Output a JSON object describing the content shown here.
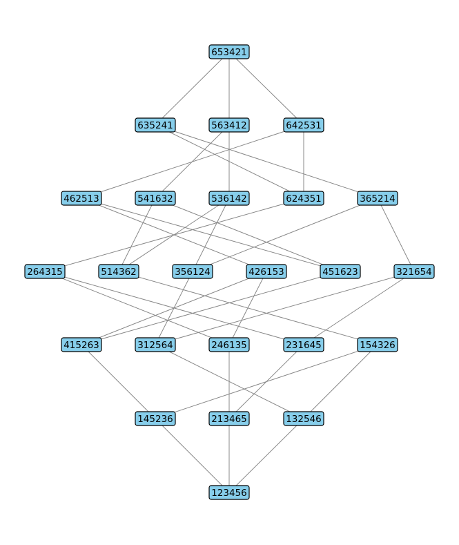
{
  "diagram": {
    "node_color": "#87ceeb",
    "border_color": "#000000",
    "edge_color": "#888888",
    "levels": [
      [
        "653421"
      ],
      [
        "635241",
        "563412",
        "642531"
      ],
      [
        "462513",
        "541632",
        "536142",
        "624351",
        "365214"
      ],
      [
        "264315",
        "514362",
        "356124",
        "426153",
        "451623",
        "321654"
      ],
      [
        "415263",
        "312564",
        "246135",
        "231645",
        "154326"
      ],
      [
        "145236",
        "213465",
        "132546"
      ],
      [
        "123456"
      ]
    ],
    "edges": [
      [
        "653421",
        "635241"
      ],
      [
        "653421",
        "563412"
      ],
      [
        "653421",
        "642531"
      ],
      [
        "635241",
        "624351"
      ],
      [
        "635241",
        "365214"
      ],
      [
        "563412",
        "541632"
      ],
      [
        "563412",
        "536142"
      ],
      [
        "642531",
        "462513"
      ],
      [
        "642531",
        "624351"
      ],
      [
        "462513",
        "426153"
      ],
      [
        "462513",
        "451623"
      ],
      [
        "541632",
        "514362"
      ],
      [
        "541632",
        "451623"
      ],
      [
        "536142",
        "514362"
      ],
      [
        "536142",
        "356124"
      ],
      [
        "624351",
        "264315"
      ],
      [
        "365214",
        "356124"
      ],
      [
        "365214",
        "321654"
      ],
      [
        "264315",
        "246135"
      ],
      [
        "264315",
        "231645"
      ],
      [
        "514362",
        "154326"
      ],
      [
        "356124",
        "312564"
      ],
      [
        "426153",
        "415263"
      ],
      [
        "426153",
        "246135"
      ],
      [
        "451623",
        "415263"
      ],
      [
        "321654",
        "312564"
      ],
      [
        "321654",
        "231645"
      ],
      [
        "415263",
        "145236"
      ],
      [
        "312564",
        "132546"
      ],
      [
        "246135",
        "213465"
      ],
      [
        "231645",
        "213465"
      ],
      [
        "154326",
        "145236"
      ],
      [
        "154326",
        "132546"
      ],
      [
        "145236",
        "123456"
      ],
      [
        "213465",
        "123456"
      ],
      [
        "132546",
        "123456"
      ]
    ]
  }
}
